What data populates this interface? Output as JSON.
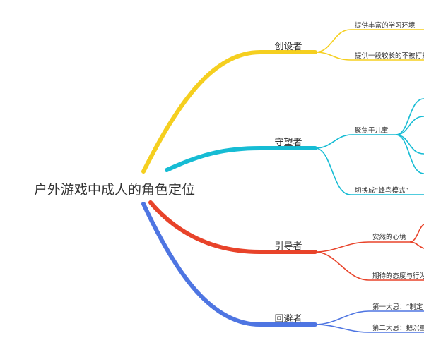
{
  "root": {
    "label": "户外游戏中成人的角色定位"
  },
  "branches": [
    {
      "label": "创设者",
      "color": "#f5cf1f",
      "children": [
        {
          "label": "提供丰富的学习环境"
        },
        {
          "label": "提供一段较长的不被打扰"
        }
      ]
    },
    {
      "label": "守望者",
      "color": "#16bcd4",
      "children": [
        {
          "label": "聚焦于儿童"
        },
        {
          "label": "切换成“蜂鸟模式”"
        }
      ]
    },
    {
      "label": "引导者",
      "color": "#e8432a",
      "children": [
        {
          "label": "安然的心境"
        },
        {
          "label": "期待的态度与行为"
        }
      ]
    },
    {
      "label": "回避者",
      "color": "#4e75e2",
      "children": [
        {
          "label": "第一大忌：“制定"
        },
        {
          "label": "第二大忌：把沉重"
        }
      ]
    }
  ]
}
